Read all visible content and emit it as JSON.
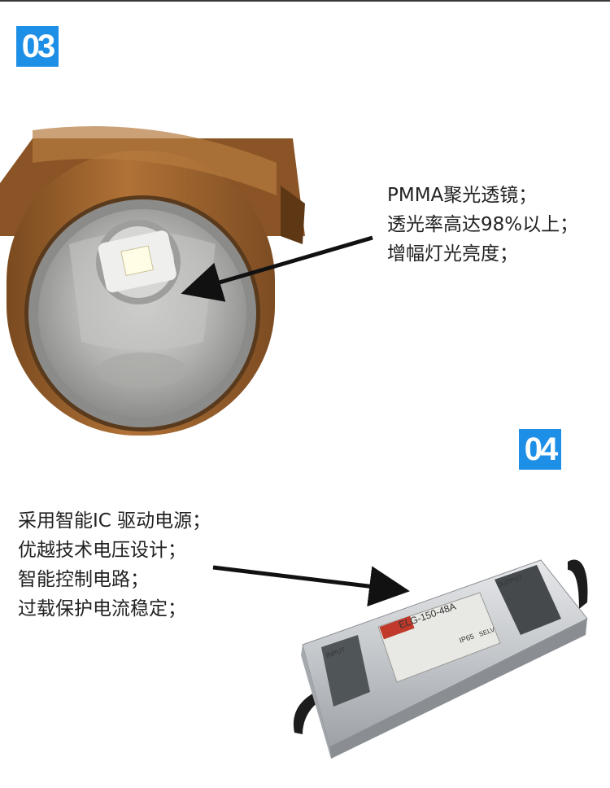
{
  "sections": [
    {
      "badge": "03",
      "caption_lines": [
        "PMMA聚光透镜；",
        "透光率高达98%以上；",
        "增幅灯光亮度；"
      ]
    },
    {
      "badge": "04",
      "caption_lines": [
        "采用智能IC 驱动电源；",
        "优越技术电压设计；",
        "智能控制电路；",
        "过载保护电流稳定；"
      ]
    }
  ],
  "driver_labels": {
    "model": "ELG-150-48A",
    "input": "INPUT",
    "output": "OUTPUT",
    "ip_rating": "IP65",
    "selv": "SELV"
  },
  "colors": {
    "badge": "#1e8fe6",
    "housing": "#a8672e",
    "driver_body": "#c9ccd0"
  }
}
